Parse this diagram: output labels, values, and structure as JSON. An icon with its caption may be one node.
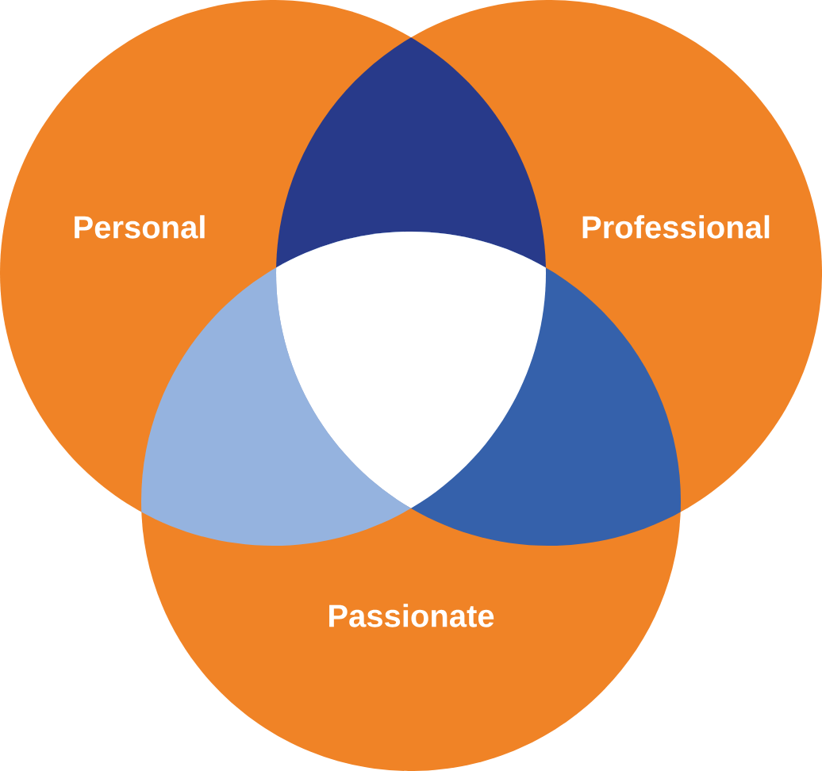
{
  "diagram": {
    "nodes": [
      {
        "text": [
          "Personal"
        ]
      },
      {
        "text": [
          "Professional"
        ]
      },
      {
        "text": [
          "Passionate"
        ]
      }
    ]
  }
}
